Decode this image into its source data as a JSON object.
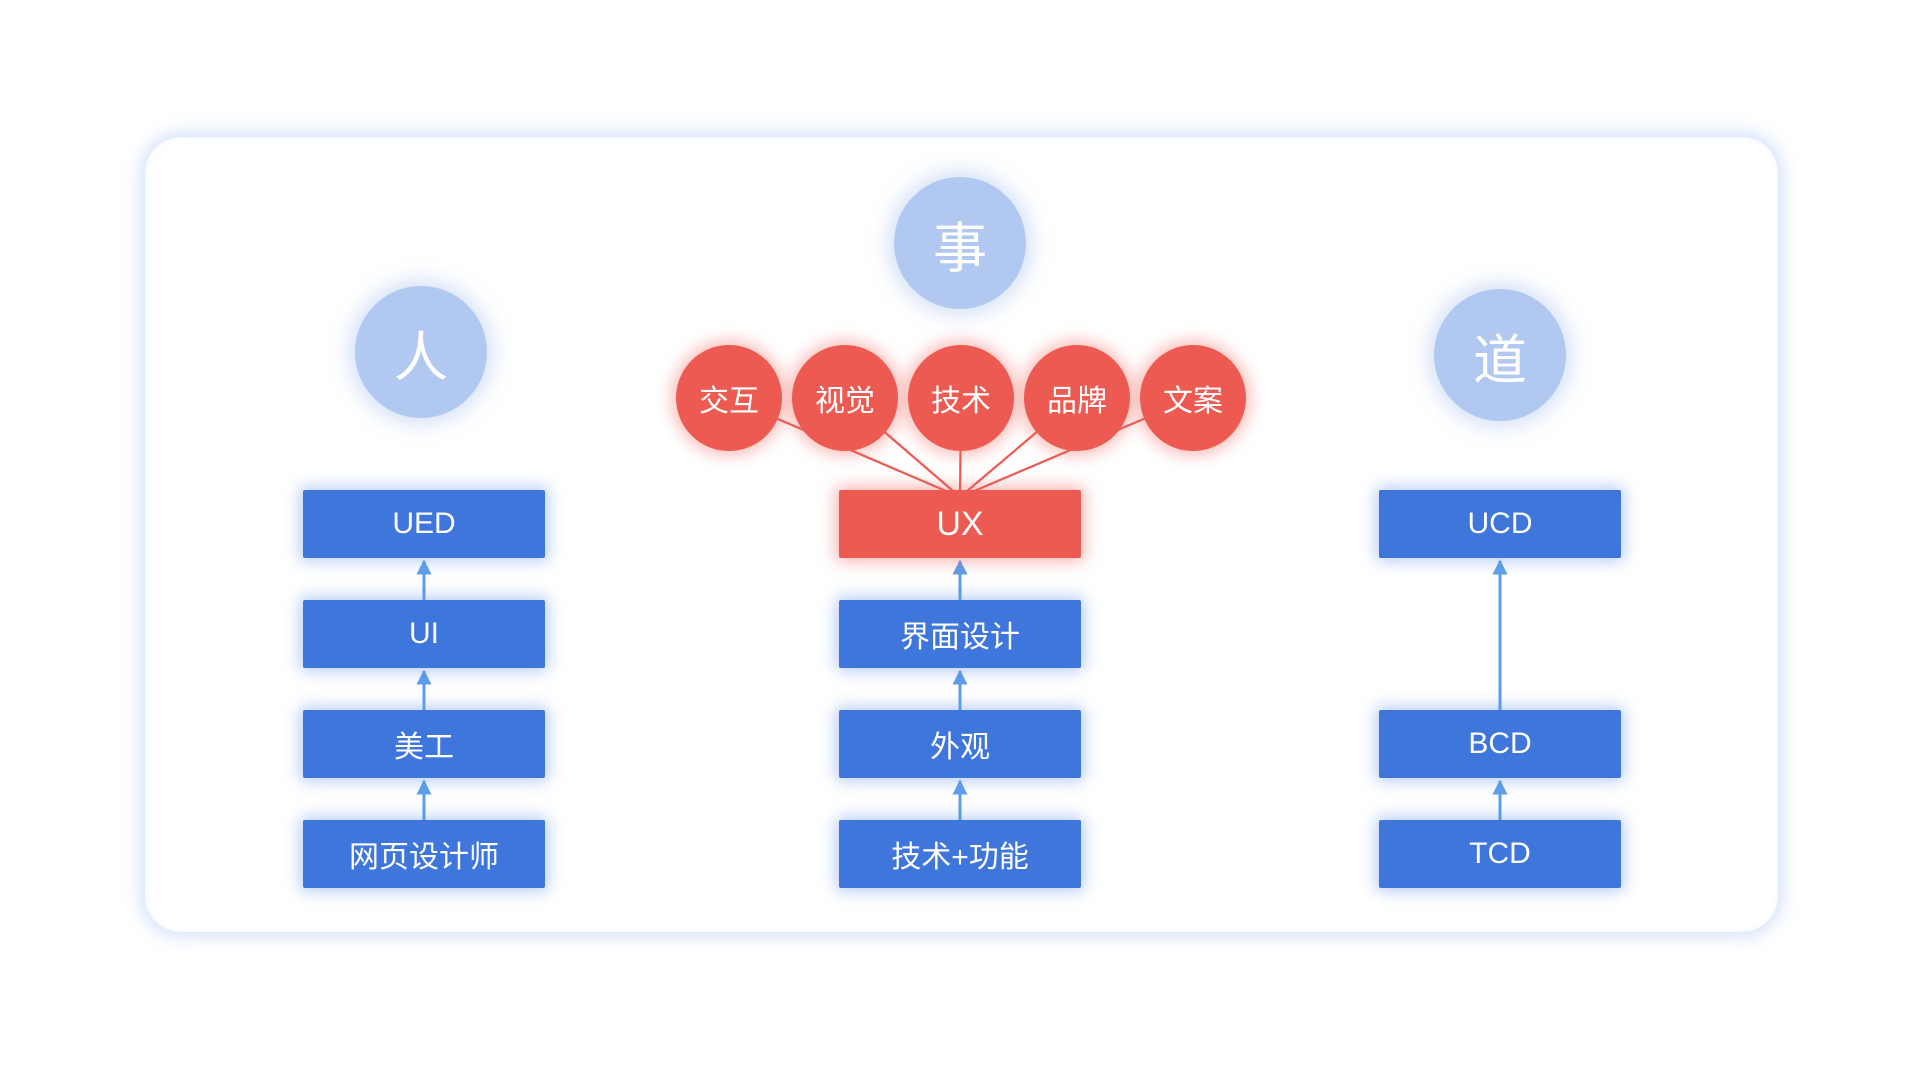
{
  "diagram": {
    "concepts": {
      "person": "人",
      "matter": "事",
      "way": "道"
    },
    "factors": [
      "交互",
      "视觉",
      "技术",
      "品牌",
      "文案"
    ],
    "hub": "UX",
    "left_column": [
      "UED",
      "UI",
      "美工",
      "网页设计师"
    ],
    "middle_column": [
      "界面设计",
      "外观",
      "技术+功能"
    ],
    "right_column": [
      "UCD",
      "BCD",
      "TCD"
    ],
    "colors": {
      "node_blue": "#3E76DB",
      "node_red": "#ED5A52",
      "concept_circle_blue": "#B1C8F1",
      "arrow_blue": "#5C9FE8",
      "card_glow_blue": "#8CB2F2",
      "text_white": "#FFFFFF"
    }
  }
}
